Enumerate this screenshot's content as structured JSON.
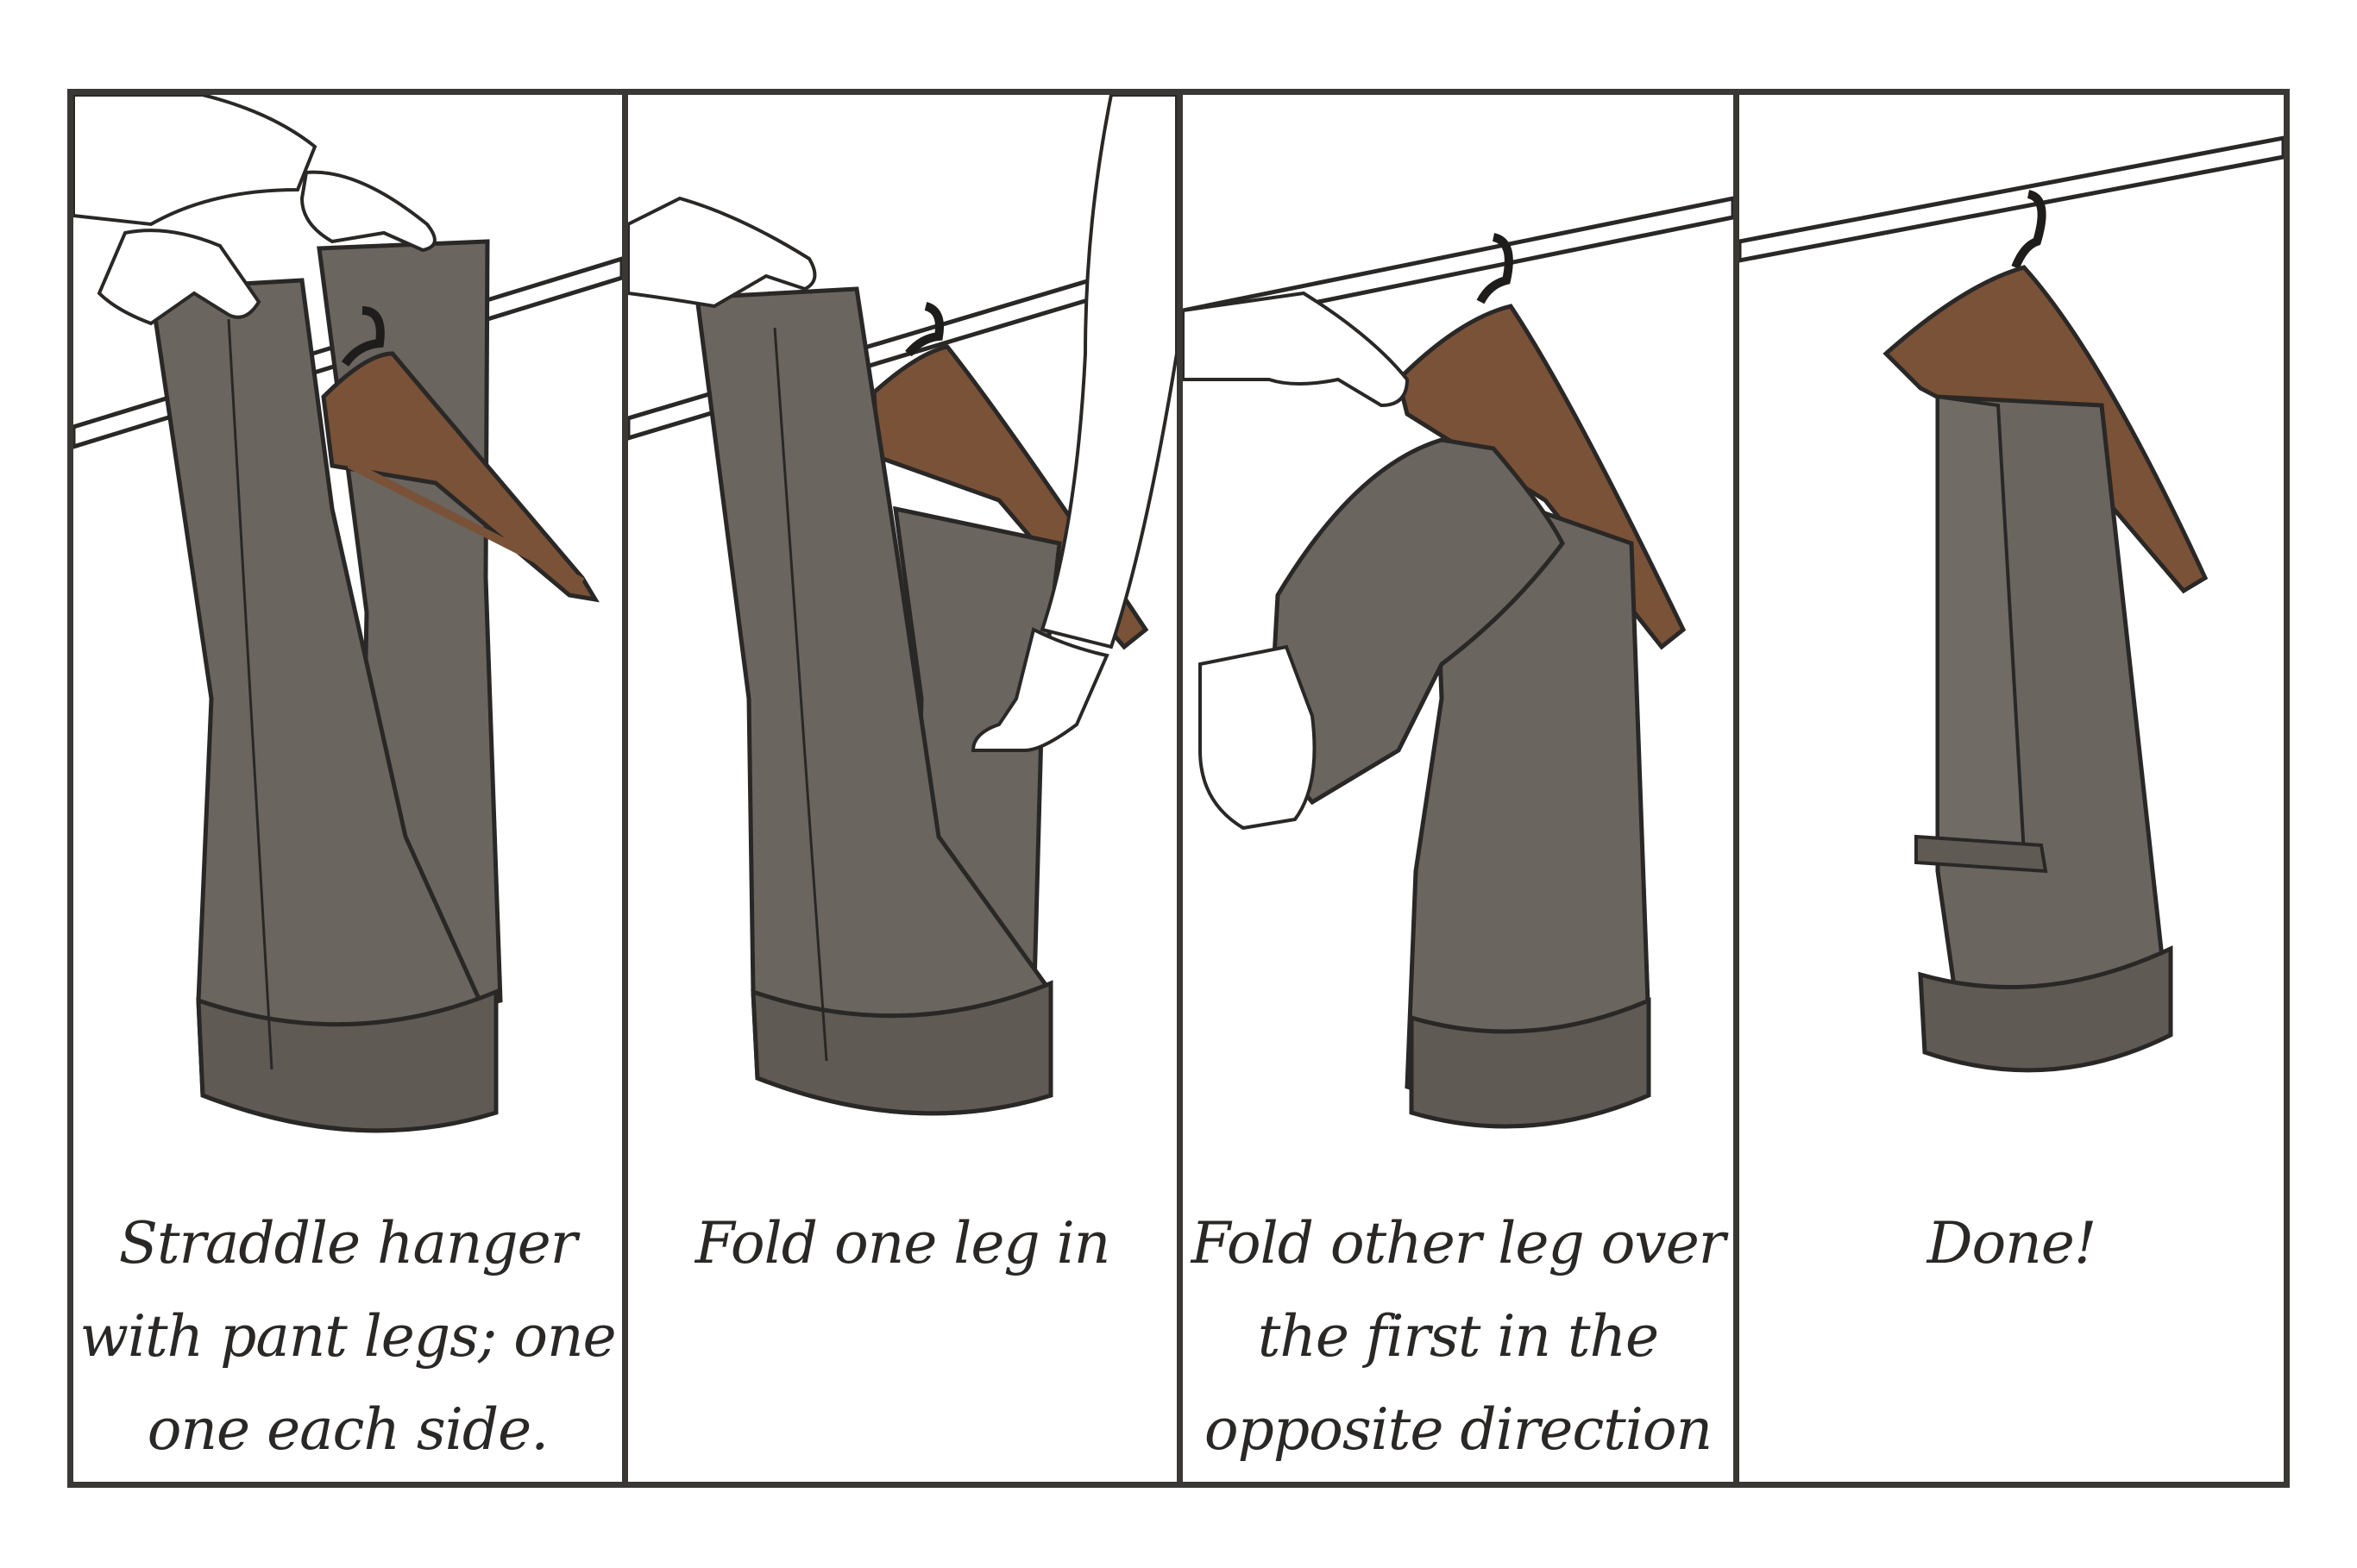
{
  "colors": {
    "border": "#3a3835",
    "pants": "#6a655f",
    "pants_dark": "#4f4a45",
    "hanger": "#7a5238",
    "ink": "#2a2826"
  },
  "panels": [
    {
      "caption": [
        "Straddle hanger",
        "with pant legs; one",
        "one each side."
      ]
    },
    {
      "caption": [
        "Fold one leg in"
      ]
    },
    {
      "caption": [
        "Fold other leg over",
        "the first in the",
        "opposite direction"
      ]
    },
    {
      "caption": [
        "Done!"
      ]
    }
  ]
}
